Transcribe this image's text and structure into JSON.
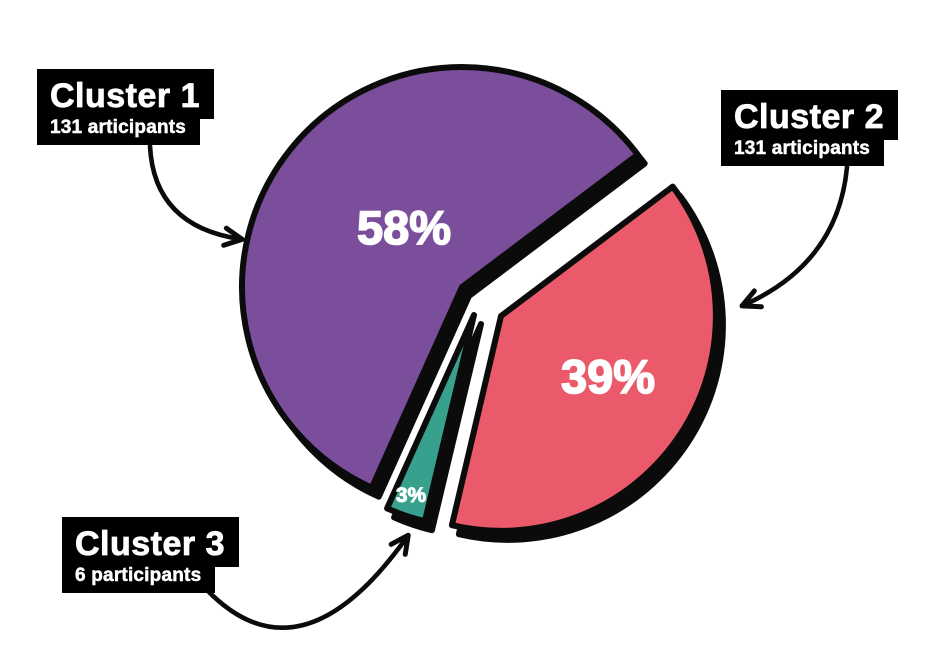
{
  "chart_data": {
    "type": "pie",
    "title": "",
    "legend_position": "none",
    "total_label_unit": "participants",
    "slices": [
      {
        "name": "Cluster 1",
        "participants_label": "131 articipants",
        "participants": 131,
        "percent": 58,
        "percent_label": "58%",
        "color": "#7B4E9B",
        "exploded": false
      },
      {
        "name": "Cluster 2",
        "participants_label": "131 articipants",
        "participants": 131,
        "percent": 39,
        "percent_label": "39%",
        "color": "#EA5A6A",
        "exploded": true
      },
      {
        "name": "Cluster 3",
        "participants_label": "6 participants",
        "participants": 6,
        "percent": 3,
        "percent_label": "3%",
        "color": "#38A18E",
        "exploded": true
      }
    ],
    "style": {
      "outline_color": "#0b0b0b",
      "shadow_color": "#0b0b0b",
      "label_background": "#000000",
      "label_text_color": "#ffffff",
      "percent_text_color": "#ffffff",
      "background": "#ffffff"
    }
  }
}
